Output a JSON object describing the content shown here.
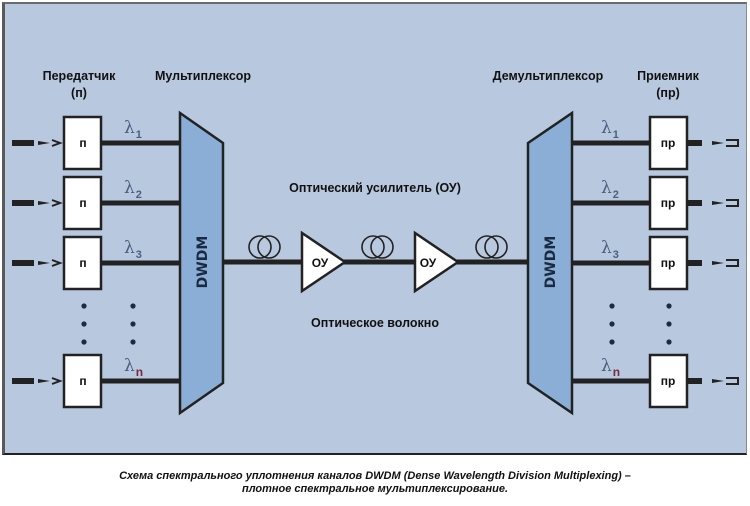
{
  "labels": {
    "transmitter_title": "Передатчик",
    "transmitter_abbr": "(п)",
    "multiplexer_title": "Мультиплексор",
    "demultiplexer_title": "Демультиплексор",
    "receiver_title": "Приемник",
    "receiver_abbr": "(пр)",
    "amplifier_title": "Оптический усилитель (ОУ)",
    "fiber_title": "Оптическое волокно"
  },
  "transmitters": [
    {
      "label": "п",
      "lambda": "λ",
      "sub": "1"
    },
    {
      "label": "п",
      "lambda": "λ",
      "sub": "2"
    },
    {
      "label": "п",
      "lambda": "λ",
      "sub": "3"
    },
    {
      "label": "п",
      "lambda": "λ",
      "sub": "n"
    }
  ],
  "receivers": [
    {
      "label": "пр",
      "lambda": "λ",
      "sub": "1"
    },
    {
      "label": "пр",
      "lambda": "λ",
      "sub": "2"
    },
    {
      "label": "пр",
      "lambda": "λ",
      "sub": "3"
    },
    {
      "label": "пр",
      "lambda": "λ",
      "sub": "n"
    }
  ],
  "mux_label": "DWDM",
  "demux_label": "DWDM",
  "amplifiers": [
    {
      "label": "ОУ"
    },
    {
      "label": "ОУ"
    }
  ],
  "caption": {
    "line1": "Схема спектрального уплотнения каналов DWDM (Dense Wavelength Division Multiplexing) –",
    "line2": "плотное спектральное мультиплексирование."
  },
  "colors": {
    "background": "#b8c9df",
    "mux_fill": "#8aaed6",
    "line": "#222222",
    "lambda": "#4a5f80"
  }
}
